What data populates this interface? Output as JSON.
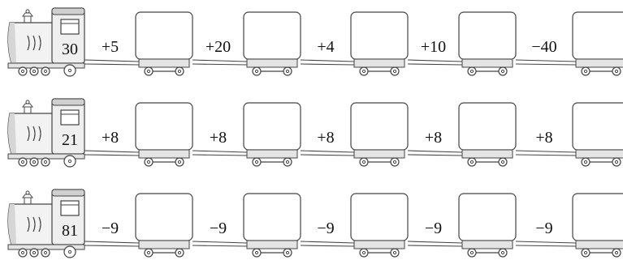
{
  "trains": [
    {
      "start": "30",
      "steps": [
        "+5",
        "+20",
        "+4",
        "+10",
        "−40"
      ]
    },
    {
      "start": "21",
      "steps": [
        "+8",
        "+8",
        "+8",
        "+8",
        "+8"
      ]
    },
    {
      "start": "81",
      "steps": [
        "−9",
        "−9",
        "−9",
        "−9",
        "−9"
      ]
    }
  ],
  "colors": {
    "stroke": "#444444",
    "car_fill": "#ffffff",
    "chassis_fill": "#e4e4e4",
    "shade": "#d6d6d6"
  }
}
